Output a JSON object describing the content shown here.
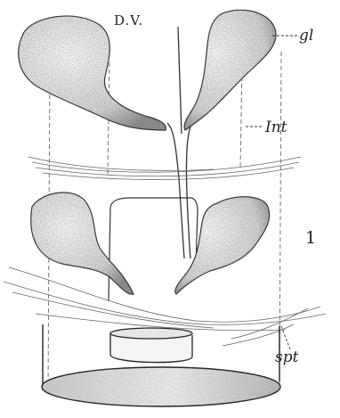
{
  "labels": {
    "dv": "D.V.",
    "gl": "gl",
    "int": "Int",
    "numeral": "1",
    "spt": "spt"
  }
}
